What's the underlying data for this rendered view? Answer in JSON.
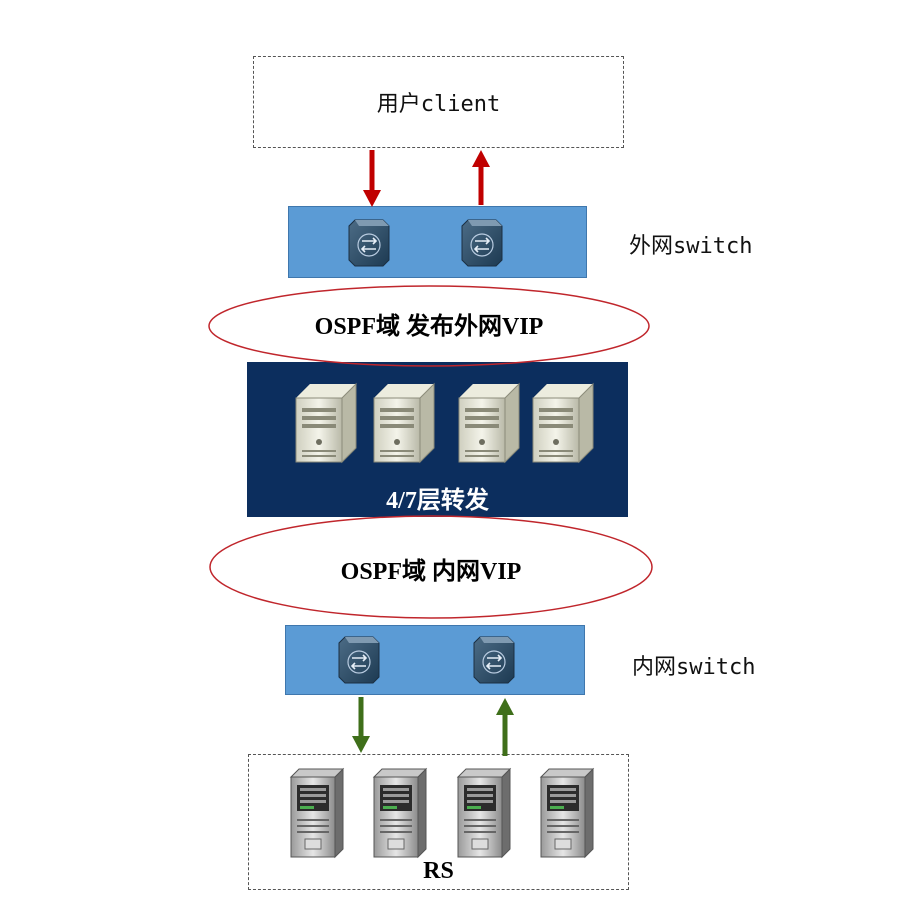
{
  "client": {
    "label": "用户client"
  },
  "external_switch": {
    "label": "外网switch",
    "icon": "router-icon"
  },
  "ospf_external": {
    "label": "OSPF域 发布外网VIP"
  },
  "lb_cluster": {
    "label": "4/7层转发",
    "server_count": 4
  },
  "ospf_internal": {
    "label": "OSPF域 内网VIP"
  },
  "internal_switch": {
    "label": "内网switch",
    "icon": "router-icon"
  },
  "real_servers": {
    "label": "RS",
    "server_count": 4
  },
  "colors": {
    "switch_fill": "#5b9bd5",
    "lb_panel": "#0c2e5e",
    "ellipse_stroke": "#c0262c",
    "arrow_external": "#c00000",
    "arrow_internal": "#3f6f1a"
  }
}
